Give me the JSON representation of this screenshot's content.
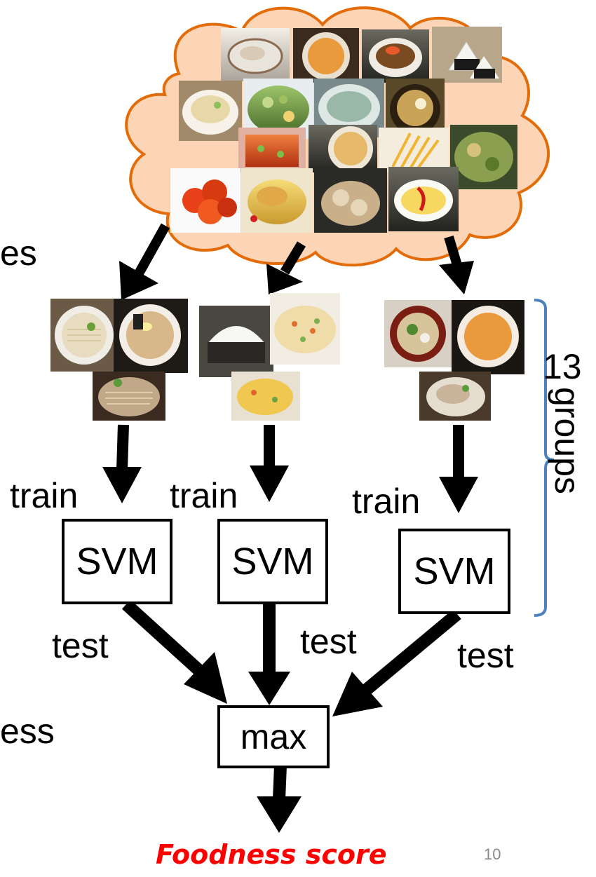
{
  "left_cut_top": "es",
  "left_cut_bottom": "ess",
  "train_label": "train",
  "test_label": "test",
  "svm_label": "SVM",
  "max_label": "max",
  "groups_count": "13",
  "groups_word": "groups",
  "score_label": "Foodness score",
  "page_number": "10",
  "colors": {
    "cloud_fill": "#fbd5b5",
    "cloud_stroke": "#e36c09",
    "bracket": "#4f81bd",
    "score": "#ff0000",
    "arrow": "#000000"
  }
}
